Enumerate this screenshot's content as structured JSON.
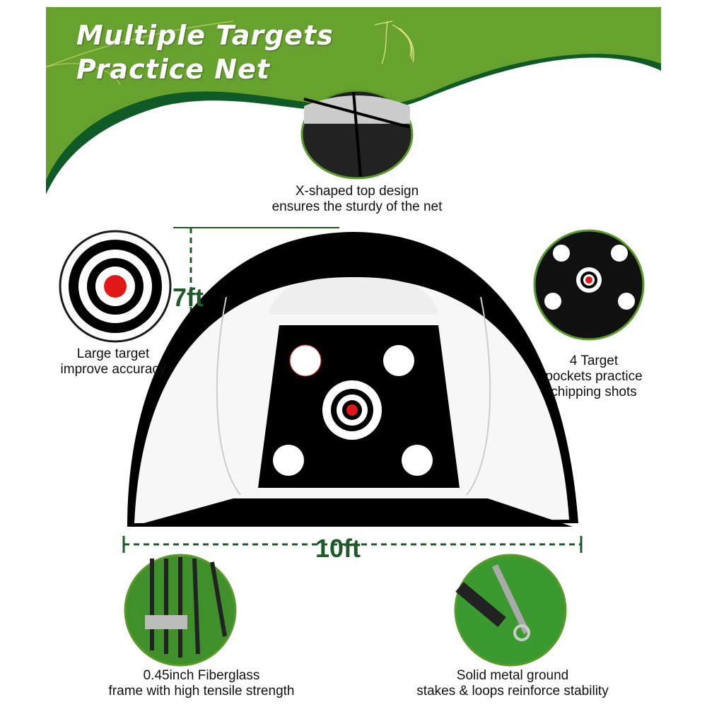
{
  "header": {
    "title_line1": "Multiple Targets",
    "title_line2": "Practice Net"
  },
  "features": {
    "top": "X-shaped top design\nensures the sturdy of the net",
    "top_l1": "X-shaped top design",
    "top_l2": "ensures the sturdy of the net",
    "left_l1": "Large target",
    "left_l2": "improve accuracy",
    "right_l1": "4 Target",
    "right_l2": "pockets practice",
    "right_l3": "chipping shots",
    "bottom_left_l1": "0.45inch Fiberglass",
    "bottom_left_l2": "frame with high tensile strength",
    "bottom_right_l1": "Solid metal ground",
    "bottom_right_l2": "stakes & loops reinforce stability"
  },
  "dimensions": {
    "height": "7ft",
    "width": "10ft"
  },
  "colors": {
    "green": "#68a22e",
    "dark_green": "#0f5a26",
    "target_red": "#e01818"
  }
}
